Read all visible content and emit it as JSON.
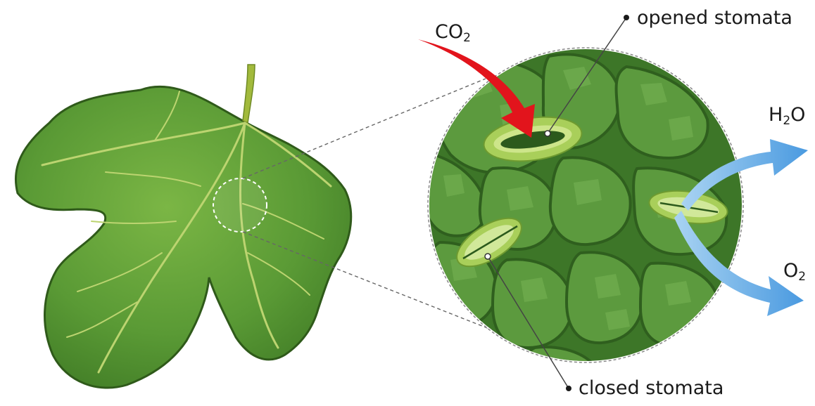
{
  "labels": {
    "opened_stomata": "opened stomata",
    "closed_stomata": "closed stomata",
    "co2": {
      "main": "CO",
      "sub": "2"
    },
    "h2o": {
      "main": "H",
      "sub": "2",
      "tail": "O"
    },
    "o2": {
      "main": "O",
      "sub": "2"
    }
  },
  "colors": {
    "leaf_fill": "#5a9a35",
    "leaf_edge": "#2f5a1a",
    "vein": "#b8cf6a",
    "petiole": "#9fb83a",
    "magnified_bg": "#3f7a2a",
    "cell_fill": "#5c9a3e",
    "cell_edge": "#2f5f1e",
    "co2_arrow": "#e2141c",
    "gas_arrow": "#5aa5e0",
    "stoma_guard": "#b5d66a",
    "stoma_pore": "#2e5a1e",
    "dash": "#666666"
  }
}
